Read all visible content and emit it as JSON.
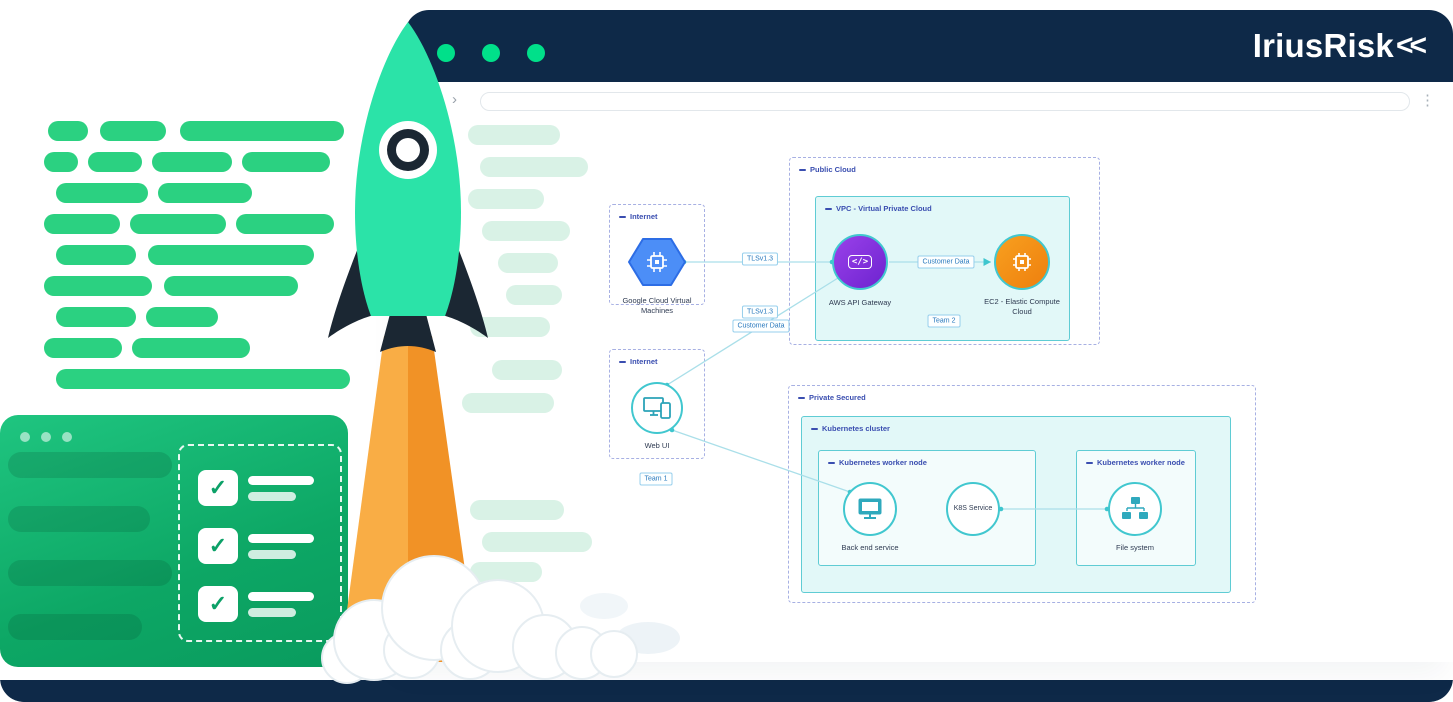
{
  "brand": {
    "logo_text": "IriusRisk",
    "logo_mark": "<<"
  },
  "colors": {
    "navy": "#0e2948",
    "traffic_dot_green": "#00e08a",
    "bar_green": "#2bd181",
    "bar_mint": "#d9f2e6",
    "node_teal": "#41c7cf",
    "connection_line": "#aadfe9",
    "boundary_dash": "#a7b0e3",
    "card_green": "#0da765",
    "flame_orange": "#f19226",
    "rocket_teal": "#2be3a8"
  },
  "icons": {
    "forward_arrow": "›",
    "kebab": "⋮",
    "check": "✓",
    "code_glyph": "</>"
  },
  "browser": {
    "url_value": ""
  },
  "diagram": {
    "zones": [
      {
        "label": "Internet"
      },
      {
        "label": "Internet"
      },
      {
        "label": "Public Cloud"
      },
      {
        "label": "Private Secured"
      }
    ],
    "groups": [
      {
        "label": "VPC - Virtual Private Cloud"
      },
      {
        "label": "Kubernetes cluster"
      },
      {
        "label": "Kubernetes worker node"
      },
      {
        "label": "Kubernetes worker node"
      }
    ],
    "components": [
      {
        "label": "Google Cloud Virtual Machines"
      },
      {
        "label": "Web UI"
      },
      {
        "label": "AWS API Gateway"
      },
      {
        "label": "EC2 - Elastic Compute Cloud"
      },
      {
        "label": "Back end service"
      },
      {
        "label": "K8S Service"
      },
      {
        "label": "File system"
      }
    ],
    "edge_labels": [
      {
        "label": "TLSv1.3"
      },
      {
        "label": "TLSv1.3"
      },
      {
        "label": "Customer Data"
      },
      {
        "label": "Customer Data"
      }
    ],
    "team_tags": [
      {
        "label": "Team 1"
      },
      {
        "label": "Team 2"
      }
    ]
  }
}
